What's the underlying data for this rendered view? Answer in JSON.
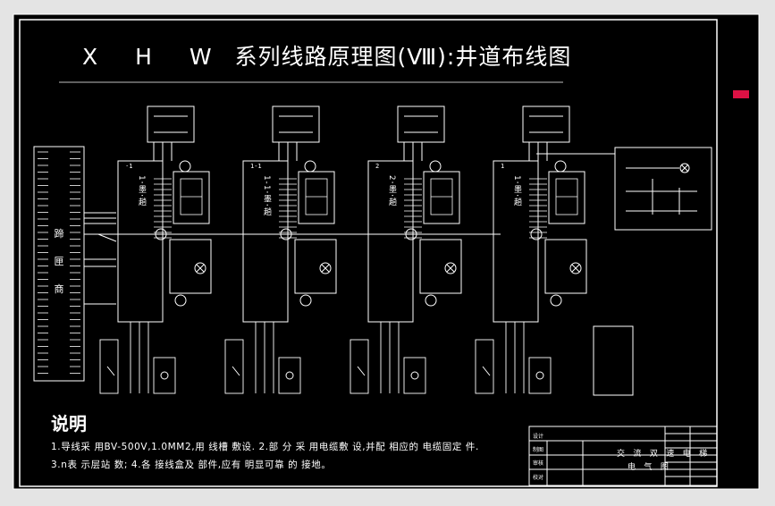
{
  "drawing": {
    "title_prefix": "X H W",
    "title_main": "系列线路原理图(Ⅷ):井道布线图"
  },
  "controller_box": {
    "label_top": "蹄",
    "label_mid": "匣",
    "label_bot": "商"
  },
  "floor_units": [
    {
      "floor_label": "1·墨·趟",
      "box_label": "·1"
    },
    {
      "floor_label": "1-1·墨·趟",
      "box_label": "1-1"
    },
    {
      "floor_label": "2·墨·趟",
      "box_label": "2"
    },
    {
      "floor_label": "1·墨·趟",
      "box_label": "1"
    }
  ],
  "notes": {
    "heading": "说明",
    "line1": "1.导线采 用BV-500V,1.0MM2,用 线槽 敷设.   2.部 分 采 用电缆敷 设,并配 相应的 电缆固定 件.",
    "line2": "3.n表 示层站 数;    4.各 接线盒及 部件,应有 明显可靠 的 接地。"
  },
  "title_block": {
    "project_text": "交 流 双 速 电 梯",
    "drawing_text": "电 气 图",
    "row_labels": [
      "制图",
      "审核",
      "校对",
      "设计"
    ]
  },
  "colors": {
    "sheet_border": "#000000",
    "drawing_bg": "#000000",
    "line_color": "#ffffff",
    "marker_color": "#dd1144"
  }
}
